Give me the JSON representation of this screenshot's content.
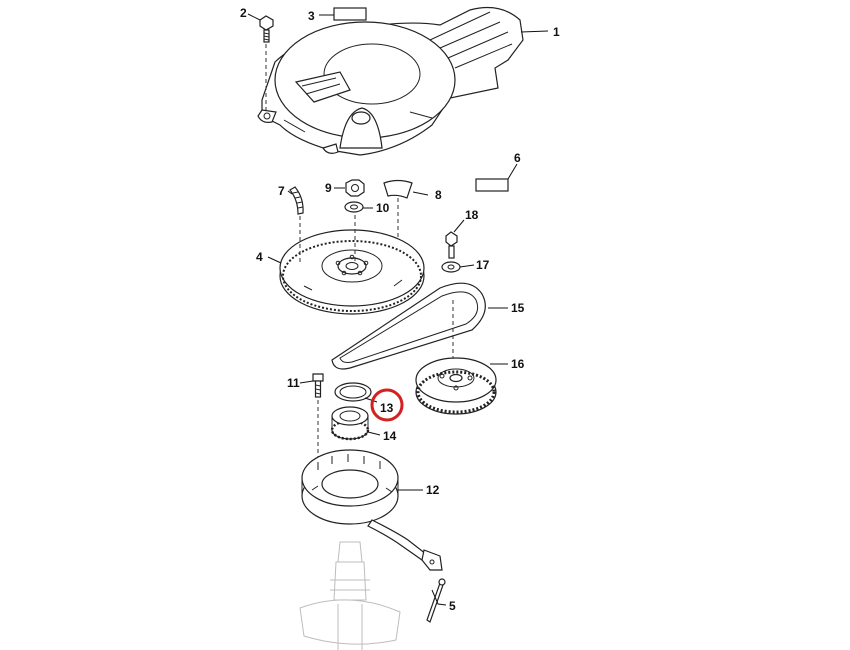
{
  "callouts": {
    "c1": "1",
    "c2": "2",
    "c3": "3",
    "c4": "4",
    "c5": "5",
    "c6": "6",
    "c7": "7",
    "c8": "8",
    "c9": "9",
    "c10": "10",
    "c11": "11",
    "c12": "12",
    "c13": "13",
    "c14": "14",
    "c15": "15",
    "c16": "16",
    "c17": "17",
    "c18": "18"
  },
  "highlight": {
    "callout": "13",
    "color": "#d32020"
  }
}
